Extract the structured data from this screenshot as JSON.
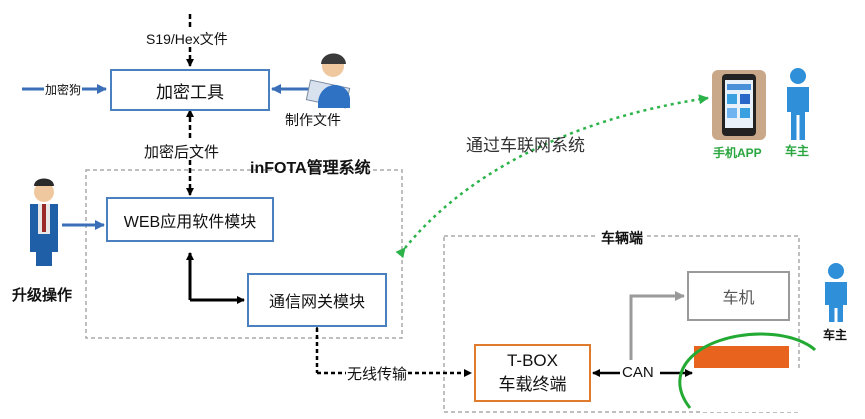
{
  "labels": {
    "s19_hex_file": "S19/Hex文件",
    "dongle": "加密狗",
    "encrypt_tool": "加密工具",
    "make_file": "制作文件",
    "encrypted_file": "加密后文件",
    "infota_system": "inFOTA管理系统",
    "web_module": "WEB应用软件模块",
    "gateway_module": "通信网关模块",
    "upgrade_operation": "升级操作",
    "via_iov": "通过车联网系统",
    "phone_app": "手机APP",
    "owner_top": "车主",
    "owner_bottom": "车主",
    "vehicle_side": "车辆端",
    "head_unit": "车机",
    "tbox_line1": "T-BOX",
    "tbox_line2": "车载终端",
    "can": "CAN",
    "wireless": "无线传输"
  },
  "colors": {
    "blue_border": "#4a7fc0",
    "orange_border": "#e07a2c",
    "grey_border": "#9a9a9a",
    "green_dotted": "#2bb34a",
    "green_text": "#2aa63f",
    "owner_blue": "#2f8fd8",
    "orange_fill": "#e8641e",
    "green_circle": "#22aa33"
  },
  "icons": [
    "person-icon",
    "phone-icon",
    "worker-icon"
  ]
}
